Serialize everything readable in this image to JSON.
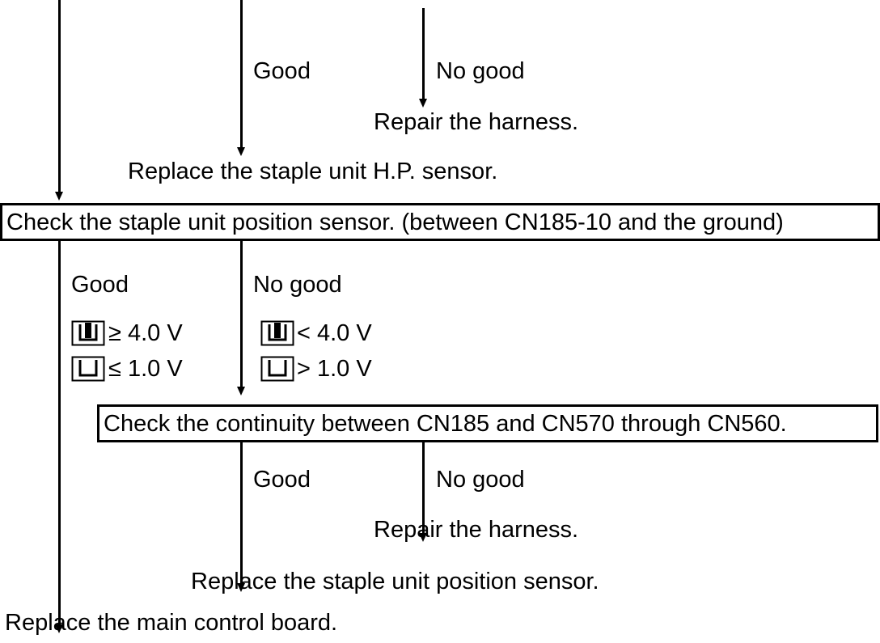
{
  "top": {
    "good": "Good",
    "no_good": "No good",
    "repair": "Repair the harness.",
    "replace_hp": "Replace the staple unit H.P. sensor."
  },
  "box1": {
    "text": "Check the staple unit position sensor. (between CN185-10 and the ground)"
  },
  "branch1": {
    "good": "Good",
    "no_good": "No good",
    "good_blocked_value": "≥ 4.0 V",
    "good_open_value": "≤ 1.0 V",
    "nogood_blocked_value": "< 4.0 V",
    "nogood_open_value": "> 1.0 V"
  },
  "box2": {
    "text": "Check the continuity between CN185 and CN570 through CN560."
  },
  "branch2": {
    "good": "Good",
    "no_good": "No good",
    "repair": "Repair the harness.",
    "replace_pos": "Replace the staple unit position sensor."
  },
  "final": {
    "text": "Replace the main control board."
  },
  "icons": {
    "blocked": "sensor-blocked-icon",
    "open": "sensor-open-icon"
  }
}
